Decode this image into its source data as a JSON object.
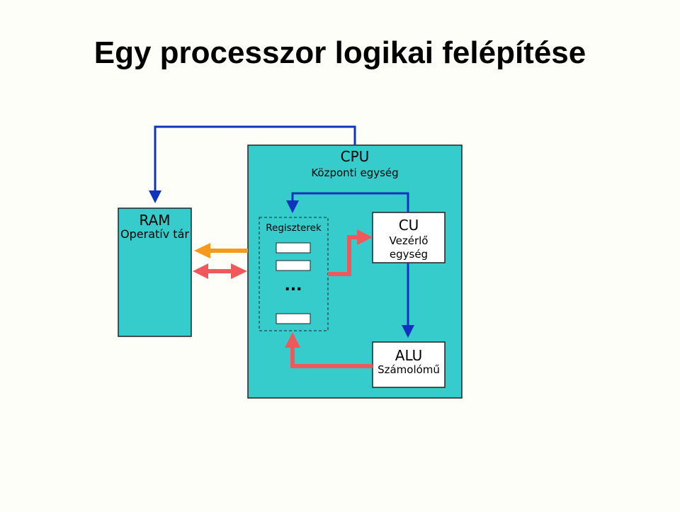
{
  "title": "Egy processzor logikai felépítése",
  "cpu": {
    "label": "CPU",
    "sublabel": "Központi egység"
  },
  "ram": {
    "label": "RAM",
    "sublabel": "Operatív tár"
  },
  "registers": {
    "label": "Regiszterek",
    "ellipsis": "..."
  },
  "cu": {
    "label": "CU",
    "sublabel_line1": "Vezérlő",
    "sublabel_line2": "egység"
  },
  "alu": {
    "label": "ALU",
    "sublabel": "Számolómű"
  },
  "colors": {
    "box_fill": "#36cccc",
    "white_box": "#ffffff",
    "control_line": "#1133bb",
    "data_arrow": "#f0595b",
    "address_arrow": "#f59a1c",
    "background": "#fefef8"
  }
}
